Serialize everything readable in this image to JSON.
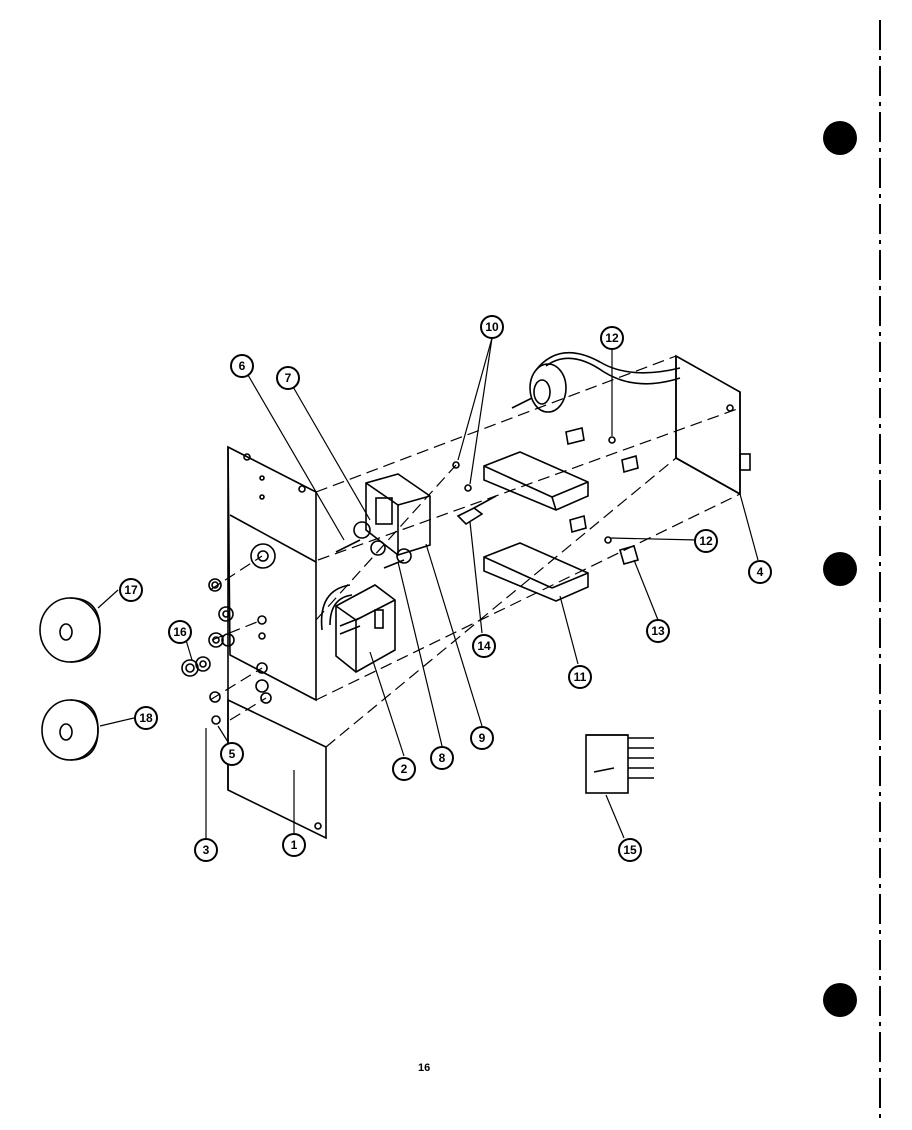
{
  "page_number": "16",
  "callouts": [
    {
      "id": "c1",
      "label": "1"
    },
    {
      "id": "c2",
      "label": "2"
    },
    {
      "id": "c3",
      "label": "3"
    },
    {
      "id": "c4",
      "label": "4"
    },
    {
      "id": "c5",
      "label": "5"
    },
    {
      "id": "c6",
      "label": "6"
    },
    {
      "id": "c7",
      "label": "7"
    },
    {
      "id": "c8",
      "label": "8"
    },
    {
      "id": "c9",
      "label": "9"
    },
    {
      "id": "c10",
      "label": "10"
    },
    {
      "id": "c11",
      "label": "11"
    },
    {
      "id": "c12a",
      "label": "12"
    },
    {
      "id": "c12b",
      "label": "12"
    },
    {
      "id": "c13",
      "label": "13"
    },
    {
      "id": "c14",
      "label": "14"
    },
    {
      "id": "c15",
      "label": "15"
    },
    {
      "id": "c16",
      "label": "16"
    },
    {
      "id": "c17",
      "label": "17"
    },
    {
      "id": "c18",
      "label": "18"
    }
  ],
  "colors": {
    "ink": "#000000",
    "paper": "#ffffff"
  }
}
